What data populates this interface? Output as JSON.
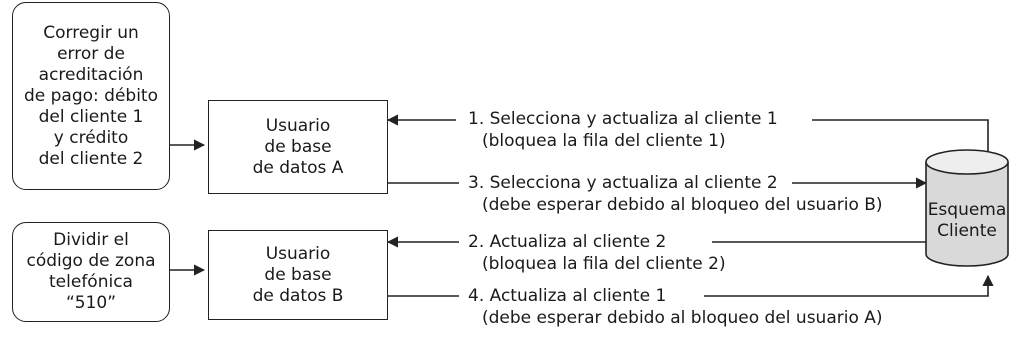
{
  "task_a": [
    "Corregir un",
    "error de",
    "acreditación",
    "de pago: débito",
    "del cliente 1",
    "y crédito",
    "del cliente 2"
  ],
  "task_b": [
    "Dividir el",
    "código de zona",
    "telefónica",
    "“510”"
  ],
  "user_a": [
    "Usuario",
    "de base",
    "de datos A"
  ],
  "user_b": [
    "Usuario",
    "de base",
    "de datos B"
  ],
  "schema": [
    "Esquema",
    "Cliente"
  ],
  "steps": [
    {
      "line1": "1. Selecciona y actualiza al cliente 1",
      "line2": "(bloquea la fila del cliente 1)"
    },
    {
      "line1": "3. Selecciona y actualiza al cliente 2",
      "line2": "(debe esperar debido al bloqueo del usuario B)"
    },
    {
      "line1": "2. Actualiza al cliente 2",
      "line2": "(bloquea la fila del cliente 2)"
    },
    {
      "line1": "4. Actualiza al cliente 1",
      "line2": "(debe esperar debido al bloqueo del usuario A)"
    }
  ]
}
